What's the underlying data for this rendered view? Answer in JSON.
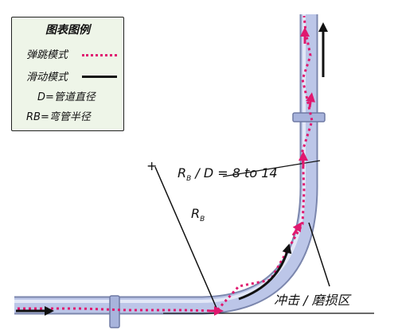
{
  "legend": {
    "title": "图表图例",
    "items": [
      {
        "label": "弹跳模式",
        "style": "dotted",
        "color": "#e0186f"
      },
      {
        "label": "滑动模式",
        "style": "solid",
        "color": "#111111"
      },
      {
        "label": "D=管道直径"
      },
      {
        "label": "RB=弯管半径"
      }
    ]
  },
  "annotations": {
    "ratio_r": "R",
    "ratio_sub": "B",
    "ratio_rest": " / D = 8 to 14",
    "radius_r": "R",
    "radius_sub": "B",
    "plus": "+",
    "impact_zone": "冲击 / 磨损区"
  },
  "colors": {
    "pipe_fill": "#bcc6e8",
    "pipe_outline": "#7b86ad",
    "bounce_path": "#e0186f",
    "slide_path": "#111111"
  }
}
